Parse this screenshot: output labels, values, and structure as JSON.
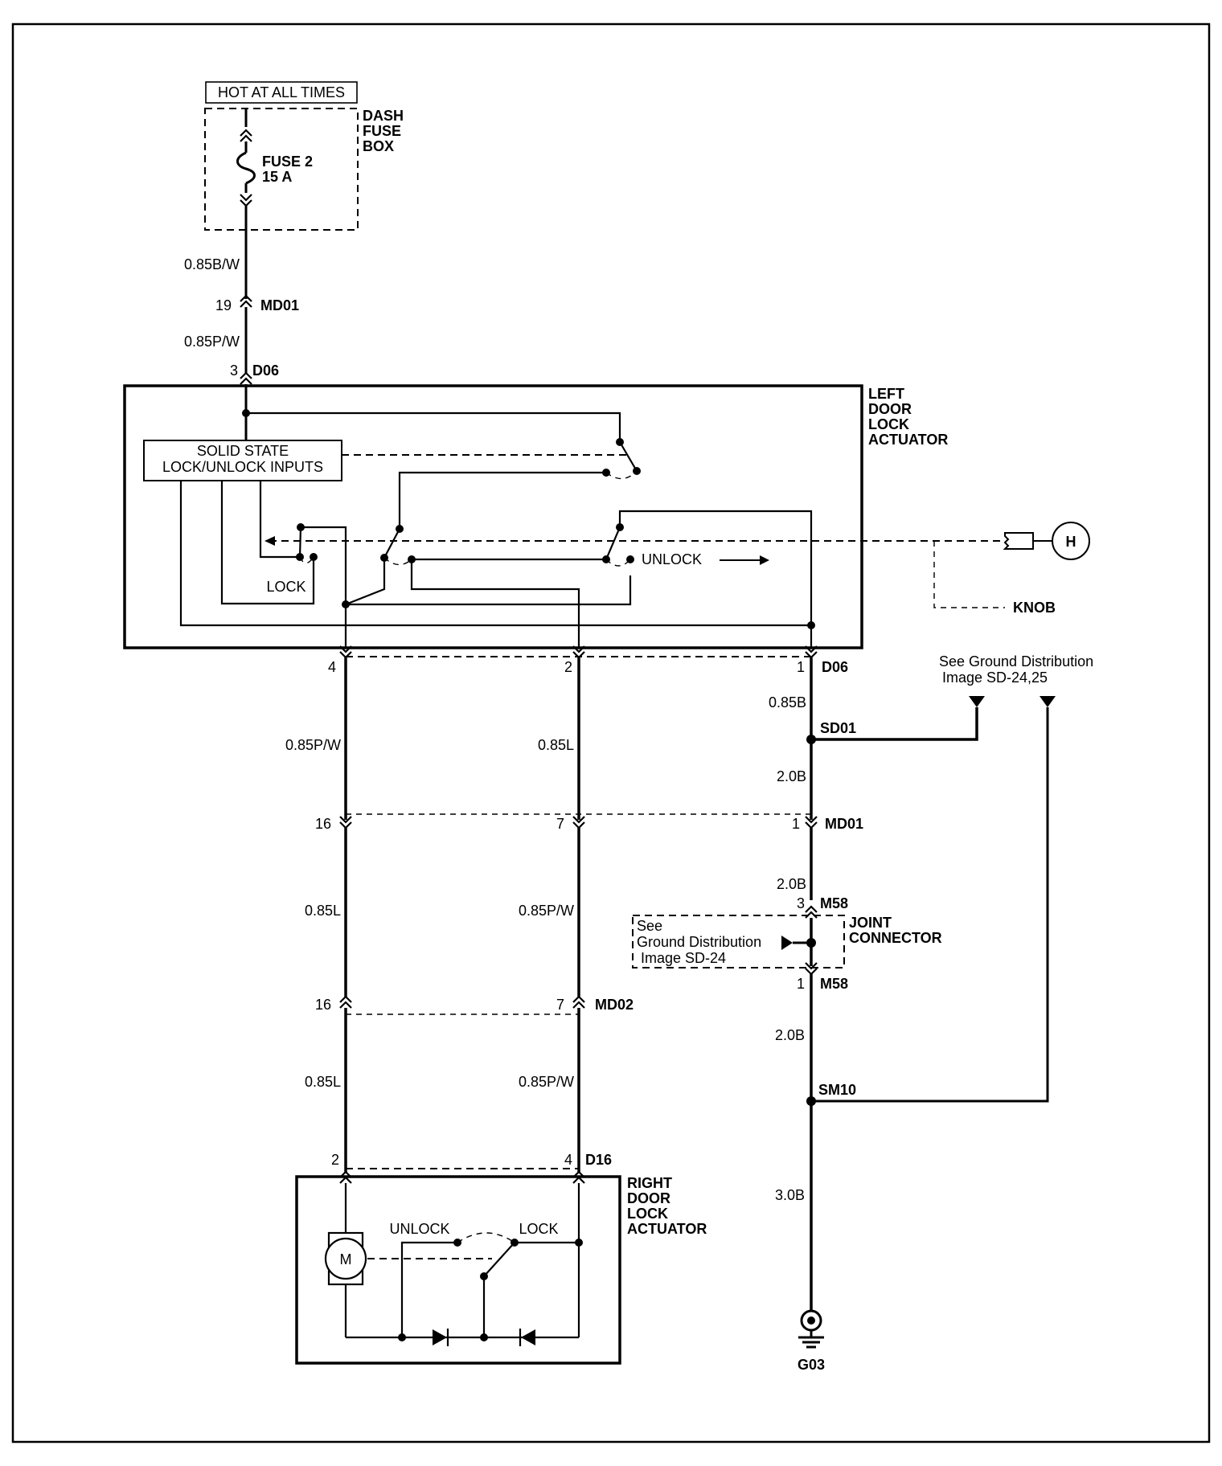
{
  "power": {
    "hot_label": "HOT AT ALL TIMES",
    "box_title": [
      "DASH",
      "FUSE",
      "BOX"
    ],
    "fuse": [
      "FUSE 2",
      "15 A"
    ]
  },
  "wires": {
    "fuse_to_md01": "0.85B/W",
    "md01_to_d06": "0.85P/W",
    "col_a_1": "0.85P/W",
    "col_b_1": "0.85L",
    "col_c_1": "0.85B",
    "col_c_2": "2.0B",
    "col_a_2": "0.85L",
    "col_b_2": "0.85P/W",
    "col_c_3": "2.0B",
    "col_c_4": "2.0B",
    "col_a_3": "0.85L",
    "col_b_3": "0.85P/W",
    "col_c_5": "3.0B"
  },
  "connectors": {
    "md01_top": {
      "pin": "19",
      "name": "MD01"
    },
    "d06_top": {
      "pin": "3",
      "name": "D06"
    },
    "d06_pins": [
      "4",
      "2",
      "1"
    ],
    "d06_name": "D06",
    "md01_pins": [
      "16",
      "7",
      "1"
    ],
    "md01_name": "MD01",
    "md02_pins": [
      "16",
      "7"
    ],
    "md02_name": "MD02",
    "m58_top": {
      "pin": "3",
      "name": "M58"
    },
    "m58_bottom": {
      "pin": "1",
      "name": "M58"
    },
    "d16_pins": [
      "2",
      "4"
    ],
    "d16_name": "D16"
  },
  "splices": {
    "sd01": "SD01",
    "sm10": "SM10"
  },
  "left_actuator": {
    "title": [
      "LEFT",
      "DOOR",
      "LOCK",
      "ACTUATOR"
    ],
    "inputs_box": [
      "SOLID STATE",
      "LOCK/UNLOCK INPUTS"
    ],
    "lock": "LOCK",
    "unlock": "UNLOCK"
  },
  "key": {
    "glyph": "H",
    "knob": "KNOB"
  },
  "ground_ref": [
    "See Ground Distribution",
    "Image SD-24,25"
  ],
  "joint": {
    "ref": [
      "See",
      "Ground Distribution",
      "Image SD-24"
    ],
    "title": [
      "JOINT",
      "CONNECTOR"
    ]
  },
  "right_actuator": {
    "title": [
      "RIGHT",
      "DOOR",
      "LOCK",
      "ACTUATOR"
    ],
    "motor": "M",
    "unlock": "UNLOCK",
    "lock": "LOCK"
  },
  "ground": "G03"
}
